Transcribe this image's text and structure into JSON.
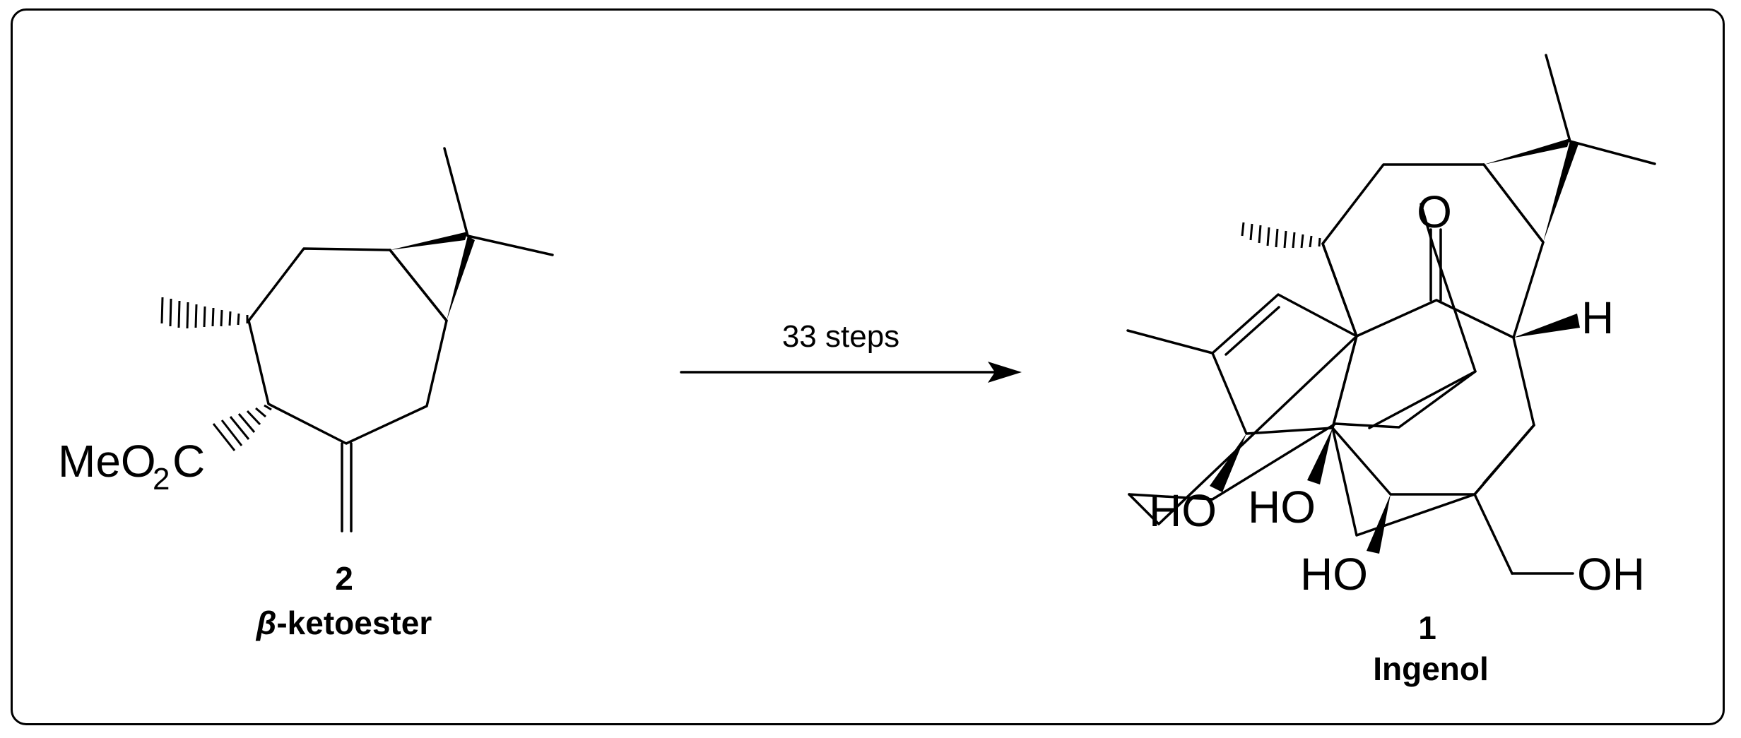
{
  "reaction": {
    "arrow_label": "33 steps"
  },
  "reactant": {
    "number": "2",
    "name_symbol": "β",
    "name_rest": "-ketoester",
    "labels": {
      "ester_main": "MeO",
      "ester_sub": "2",
      "ester_tail": "C"
    }
  },
  "product": {
    "number": "1",
    "name": "Ingenol",
    "labels": {
      "ketone_o": "O",
      "h": "H",
      "oh_left": "HO",
      "oh_mid": "HO",
      "oh_bottom": "HO",
      "oh_right": "OH"
    }
  }
}
